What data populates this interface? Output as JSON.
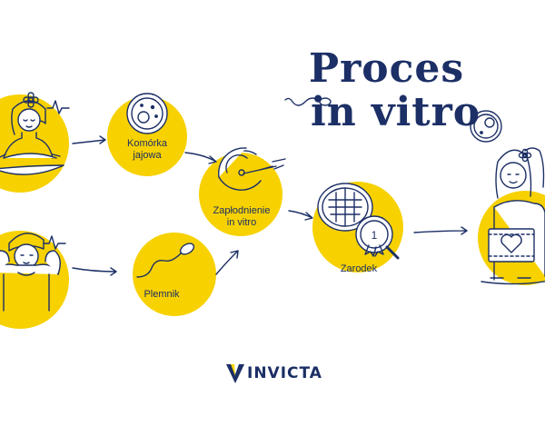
{
  "title": {
    "line1": "Proces",
    "line2": "in vitro"
  },
  "steps": {
    "egg": {
      "label_line1": "Komórka",
      "label_line2": "jajowa"
    },
    "sperm": {
      "label": "Plemnik"
    },
    "fertilization": {
      "label_line1": "Zapłodnienie",
      "label_line2": "in vitro"
    },
    "embryo": {
      "label": "Zarodek",
      "medal_number": "1"
    }
  },
  "logo": {
    "text": "INVICTA",
    "icon": "invicta-v-logo-icon"
  },
  "colors": {
    "accent": "#f7d100",
    "ink": "#1c2f66",
    "background": "#ffffff"
  },
  "icons": [
    "woman-meditating-icon",
    "flower-icon",
    "heartbeat-line-icon",
    "man-flexing-icon",
    "egg-cell-icon",
    "sperm-icon",
    "petri-dish-icon",
    "pipette-icon",
    "microscope-dish-icon",
    "magnifier-medal-icon",
    "family-couple-icon",
    "baby-heart-icon",
    "arrow-icon"
  ]
}
